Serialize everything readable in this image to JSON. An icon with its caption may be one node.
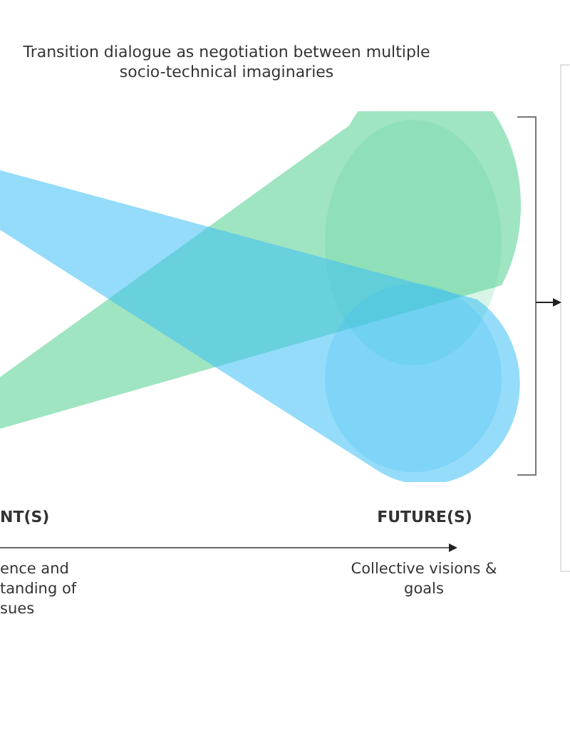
{
  "diagram": {
    "title": "Transition dialogue as negotiation between multiple socio-technical imaginaries",
    "nodes": [
      {
        "text": [],
        "shape": "picture"
      },
      {
        "text": [],
        "shape": "box"
      }
    ],
    "edges": [
      {
        "from": 0,
        "to": 1,
        "arrow": "to"
      }
    ],
    "labels": [
      "NT(S)",
      "FUTURE(S)",
      "ence and tanding of sues",
      "Collective visions & goals"
    ]
  }
}
